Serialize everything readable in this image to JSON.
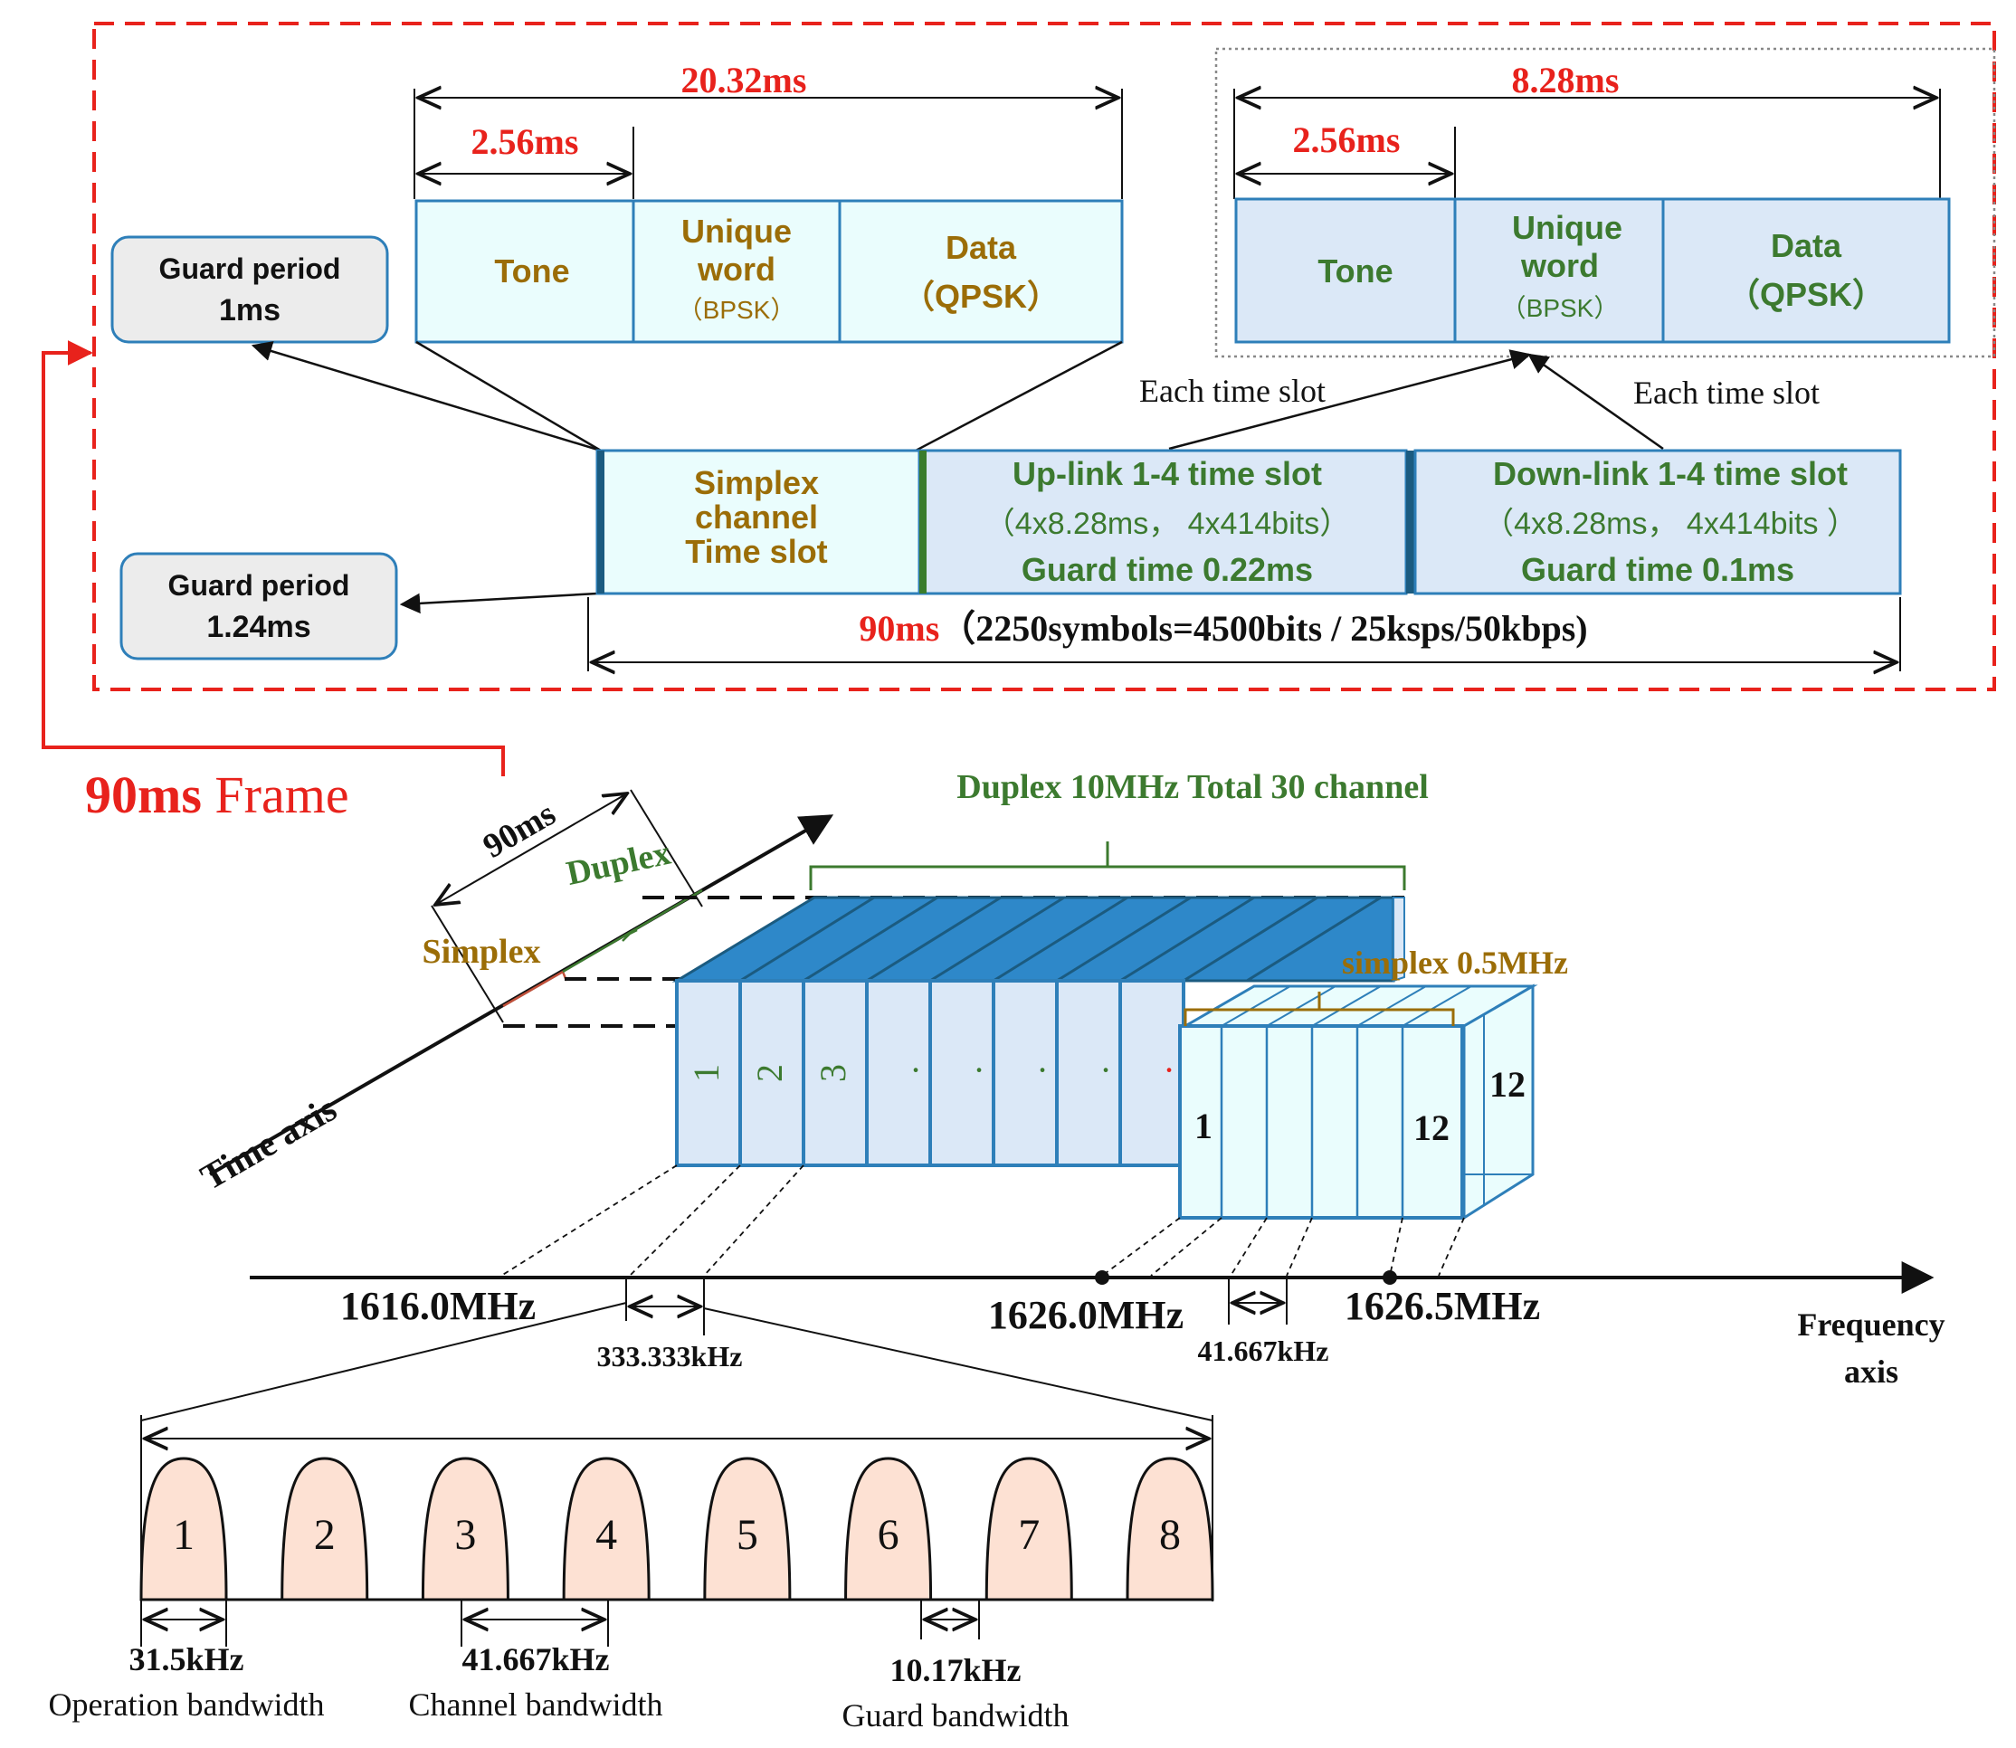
{
  "colors": {
    "red": "#e8221c",
    "tone_fill": "#eafdfd",
    "block_fill": "#dbe8f7",
    "block_stroke": "#2e7fb9",
    "gold_text": "#9b6d07",
    "green_text": "#3c7a2f",
    "lobe_fill": "#fde1d3",
    "top_face": "#2e88c9"
  },
  "icons": [
    "arrow-icon",
    "dimension-arrow-icon"
  ],
  "frame_detail": {
    "simplex_span": "20.32ms",
    "simplex_tone_span": "2.56ms",
    "duplex_span": "8.28ms",
    "duplex_tone_span": "2.56ms",
    "simplex_fields": {
      "tone": "Tone",
      "uw_1": "Unique",
      "uw_2": "word",
      "uw_3": "（BPSK）",
      "data_1": "Data",
      "data_2": "（QPSK）"
    },
    "duplex_fields": {
      "tone": "Tone",
      "uw_1": "Unique",
      "uw_2": "word",
      "uw_3": "（BPSK）",
      "data_1": "Data",
      "data_2": "（QPSK）"
    },
    "guard_1": {
      "line1": "Guard period",
      "line2": "1ms"
    },
    "guard_2": {
      "line1": "Guard period",
      "line2": "1.24ms"
    },
    "each_slot_1": "Each time slot",
    "each_slot_2": "Each time slot",
    "simplex_slot": {
      "line1": "Simplex",
      "line2": "channel",
      "line3": "Time slot"
    },
    "uplink": {
      "line1": "Up-link 1-4 time slot",
      "line2": "（4x8.28ms， 4x414bits）",
      "line3": "Guard time 0.22ms"
    },
    "downlink": {
      "line1": "Down-link 1-4 time slot",
      "line2": "（4x8.28ms， 4x414bits ）",
      "line3": "Guard time 0.1ms"
    },
    "frame_total_red": "90ms",
    "frame_total_rest": "（2250symbols=4500bits / 25ksps/50kbps)"
  },
  "frame_label": {
    "red": "90ms",
    "rest": " Frame"
  },
  "time_axis": {
    "label": "Time  axis",
    "span": "90ms",
    "duplex": "Duplex",
    "simplex": "Simplex"
  },
  "duplex_block": {
    "label": "Duplex 10MHz Total 30 channel",
    "channels": [
      "1",
      "2",
      "3",
      "·",
      "·",
      "·",
      "·",
      "·"
    ]
  },
  "simplex_block": {
    "label": "simplex 0.5MHz",
    "front_first": "1",
    "front_last": "12",
    "back_last": "12"
  },
  "freq_axis": {
    "f1": "1616.0MHz",
    "f2": "1626.0MHz",
    "f3": "1626.5MHz",
    "label_1": "Frequency",
    "label_2": "axis",
    "duplex_spacing": "333.333kHz",
    "simplex_spacing": "41.667kHz"
  },
  "spectrum": {
    "lobes": [
      "1",
      "2",
      "3",
      "4",
      "5",
      "6",
      "7",
      "8"
    ],
    "operation_value": "31.5kHz",
    "operation_label": "Operation  bandwidth",
    "channel_value": "41.667kHz",
    "channel_label": "Channel  bandwidth",
    "guard_value": "10.17kHz",
    "guard_label": "Guard  bandwidth"
  }
}
